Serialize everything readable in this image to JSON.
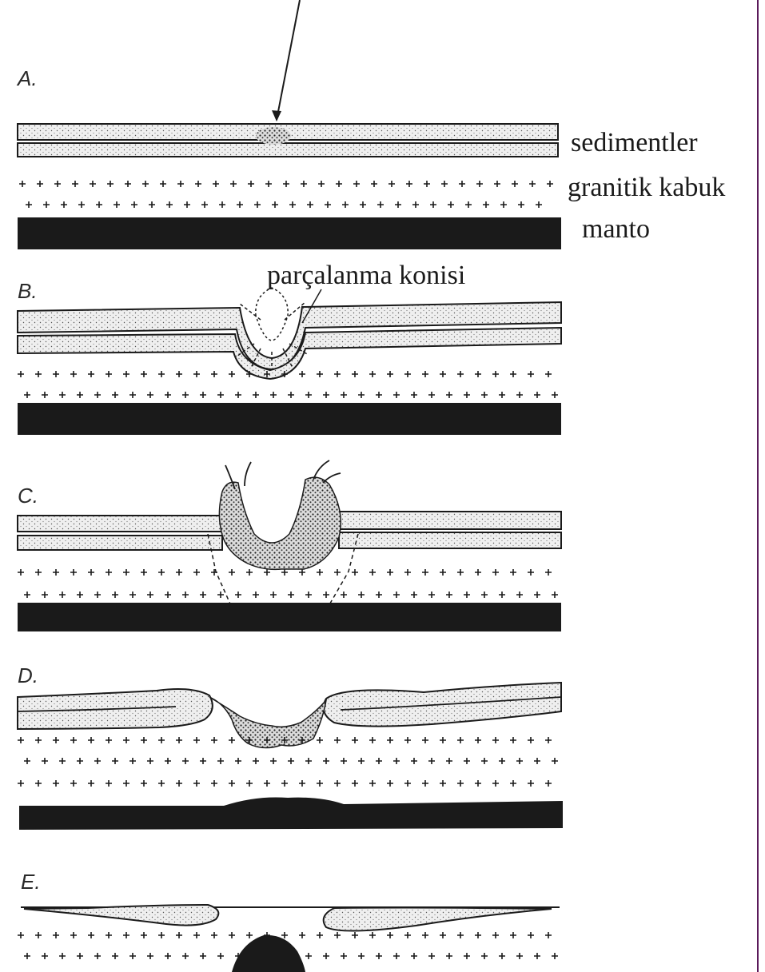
{
  "panels": [
    {
      "letter": "A."
    },
    {
      "letter": "B."
    },
    {
      "letter": "C."
    },
    {
      "letter": "D."
    },
    {
      "letter": "E."
    }
  ],
  "labels": {
    "sedimentler": "sedimentler",
    "granitik_kabuk": "granitik kabuk",
    "manto": "manto",
    "parcalanma_konisi": "parçalanma konisi"
  },
  "colors": {
    "ink": "#1a1a1a",
    "sediment_fill": "#ededed",
    "mantle": "#1a1a1a",
    "page_edge": "#5a1a5a"
  }
}
